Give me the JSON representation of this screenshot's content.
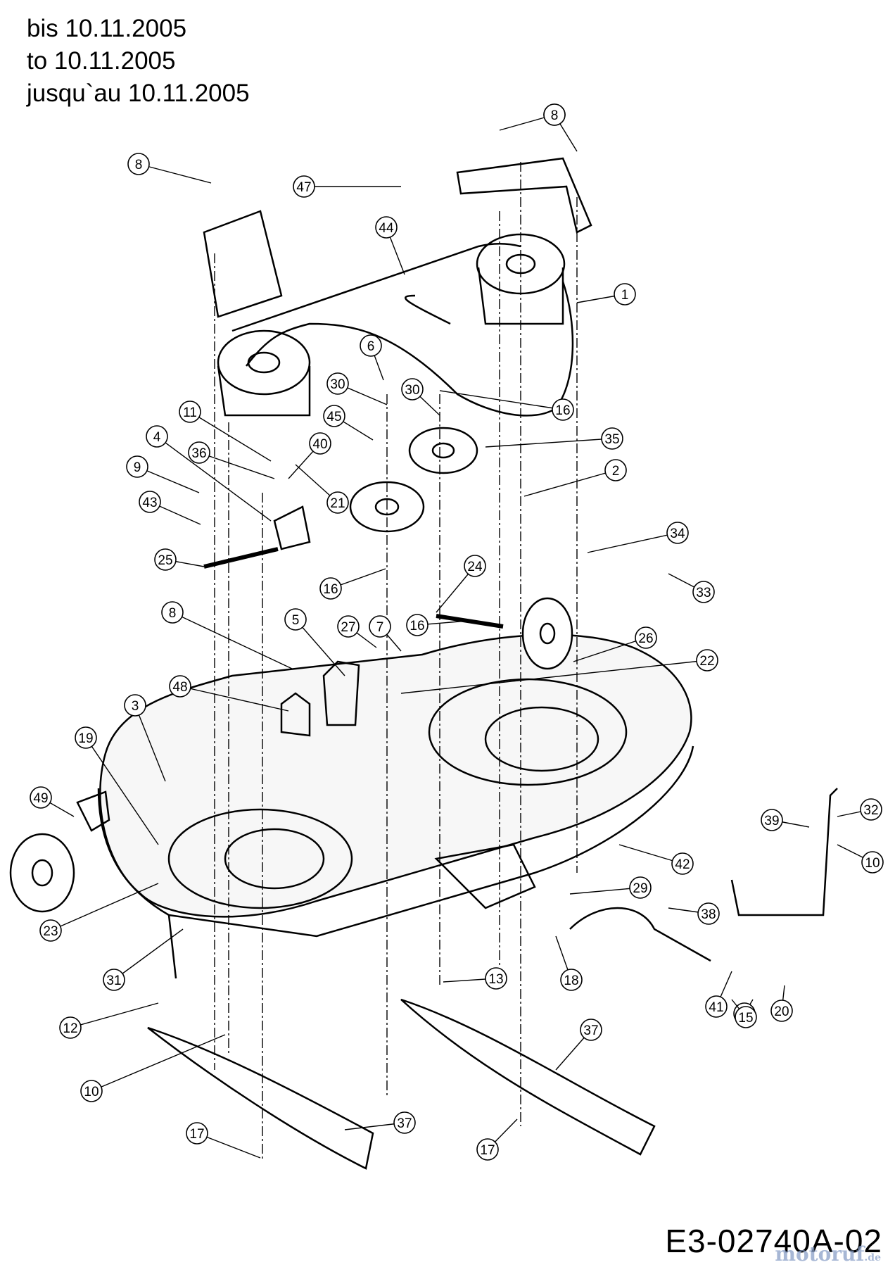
{
  "header": {
    "line_de": "bis 10.11.2005",
    "line_en": "to 10.11.2005",
    "line_fr": "jusqu`au 10.11.2005"
  },
  "diagram_code": "E3-02740A-02",
  "watermark": {
    "text": "motoruf",
    "tld": ".de",
    "color": "#8aa0c8"
  },
  "callouts": [
    "1",
    "2",
    "3",
    "4",
    "5",
    "6",
    "7",
    "8",
    "8",
    "8",
    "8",
    "9",
    "10",
    "10",
    "11",
    "12",
    "13",
    "14",
    "15",
    "16",
    "16",
    "16",
    "17",
    "17",
    "18",
    "19",
    "20",
    "21",
    "22",
    "23",
    "24",
    "25",
    "26",
    "27",
    "29",
    "30",
    "30",
    "31",
    "32",
    "33",
    "34",
    "35",
    "36",
    "37",
    "37",
    "38",
    "39",
    "40",
    "41",
    "42",
    "43",
    "44",
    "45",
    "47",
    "48",
    "49"
  ],
  "colors": {
    "line": "#000000",
    "background": "#ffffff",
    "deck": "#f2f2f2"
  }
}
